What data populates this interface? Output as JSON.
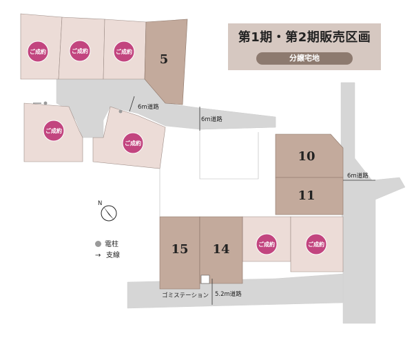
{
  "header": {
    "title": "第1期・第2期販売区画",
    "subtitle": "分譲宅地"
  },
  "lots": {
    "lot_5": "5",
    "lot_10": "10",
    "lot_11": "11",
    "lot_14": "14",
    "lot_15": "15"
  },
  "sold_badge": "ご成約",
  "roads": {
    "road_6m_a": "6m道路",
    "road_6m_b": "6m道路",
    "road_6m_c": "6m道路",
    "road_5_2m": "5.2m道路"
  },
  "garbage_station": "ゴミステーション",
  "compass_label": "N",
  "legend": {
    "utility_pole": "電柱",
    "guy_wire": "支線"
  },
  "colors": {
    "sold_lot": "#ecdcd7",
    "available_lot": "#c3aa9c",
    "road": "#d6d6d6",
    "badge": "#c2457f",
    "title_bg": "#d6c8c1",
    "subtitle_bg": "#8d7a6f"
  }
}
